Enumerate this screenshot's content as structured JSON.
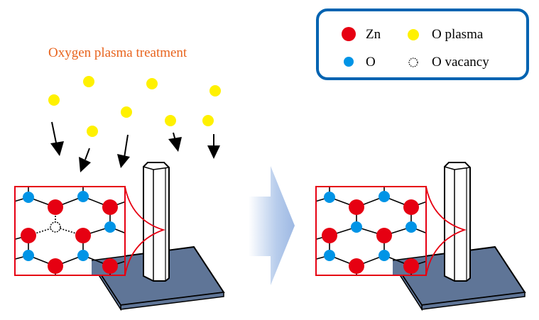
{
  "title": "Oxygen plasma treatment",
  "colors": {
    "zn": "#e60012",
    "o": "#0094e6",
    "o_plasma": "#fff100",
    "frame": "#e60012",
    "substrate": "#5f7597",
    "legend_border": "#0063b1",
    "title": "#e8641e",
    "arrow": "#a9c1e6"
  },
  "legend": {
    "items": [
      {
        "label": "Zn",
        "symbol": "zn"
      },
      {
        "label": "O plasma",
        "symbol": "o_plasma"
      },
      {
        "label": "O",
        "symbol": "o"
      },
      {
        "label": "O vacancy",
        "symbol": "vacancy"
      }
    ]
  },
  "panels": [
    {
      "name": "before",
      "state": "with O vacancy"
    },
    {
      "name": "after",
      "state": "vacancy filled"
    }
  ]
}
